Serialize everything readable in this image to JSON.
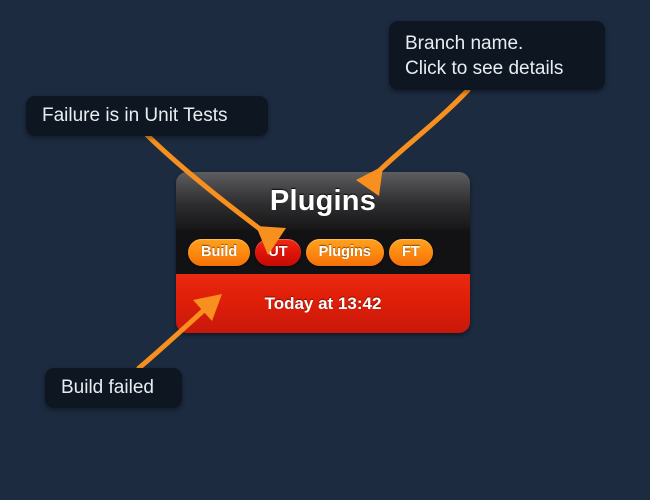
{
  "theme": {
    "background": "#1c2b40",
    "accent_orange": "#f7901e",
    "fail_red": "#e01408",
    "callout_bg": "#0e1622",
    "callout_text": "#e9edf2"
  },
  "card": {
    "title": "Plugins",
    "badges": [
      {
        "label": "Build",
        "status": "ok"
      },
      {
        "label": "UT",
        "status": "fail"
      },
      {
        "label": "Plugins",
        "status": "ok"
      },
      {
        "label": "FT",
        "status": "ok"
      }
    ],
    "footer_status": "Today at 13:42"
  },
  "callouts": [
    {
      "id": "branch",
      "lines": [
        "Branch name.",
        "Click to see details"
      ]
    },
    {
      "id": "failure",
      "lines": [
        "Failure is in Unit Tests"
      ]
    },
    {
      "id": "build-failed",
      "lines": [
        "Build failed"
      ]
    }
  ]
}
